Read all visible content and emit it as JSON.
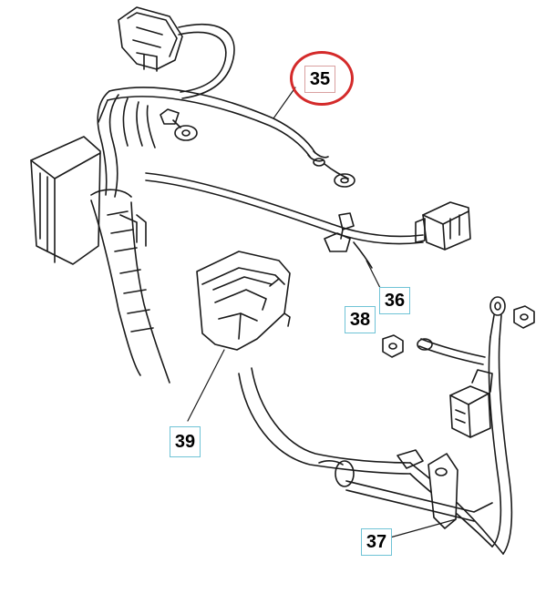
{
  "diagram": {
    "callouts": [
      {
        "id": "35",
        "label": "35",
        "highlighted": true
      },
      {
        "id": "36",
        "label": "36",
        "highlighted": false
      },
      {
        "id": "37",
        "label": "37",
        "highlighted": false
      },
      {
        "id": "38",
        "label": "38",
        "highlighted": false
      },
      {
        "id": "39",
        "label": "39",
        "highlighted": false
      }
    ],
    "colors": {
      "line": "#1a1a1a",
      "callout_border": "#6fc3d6",
      "highlight": "#d42a2a",
      "background": "#ffffff"
    }
  }
}
